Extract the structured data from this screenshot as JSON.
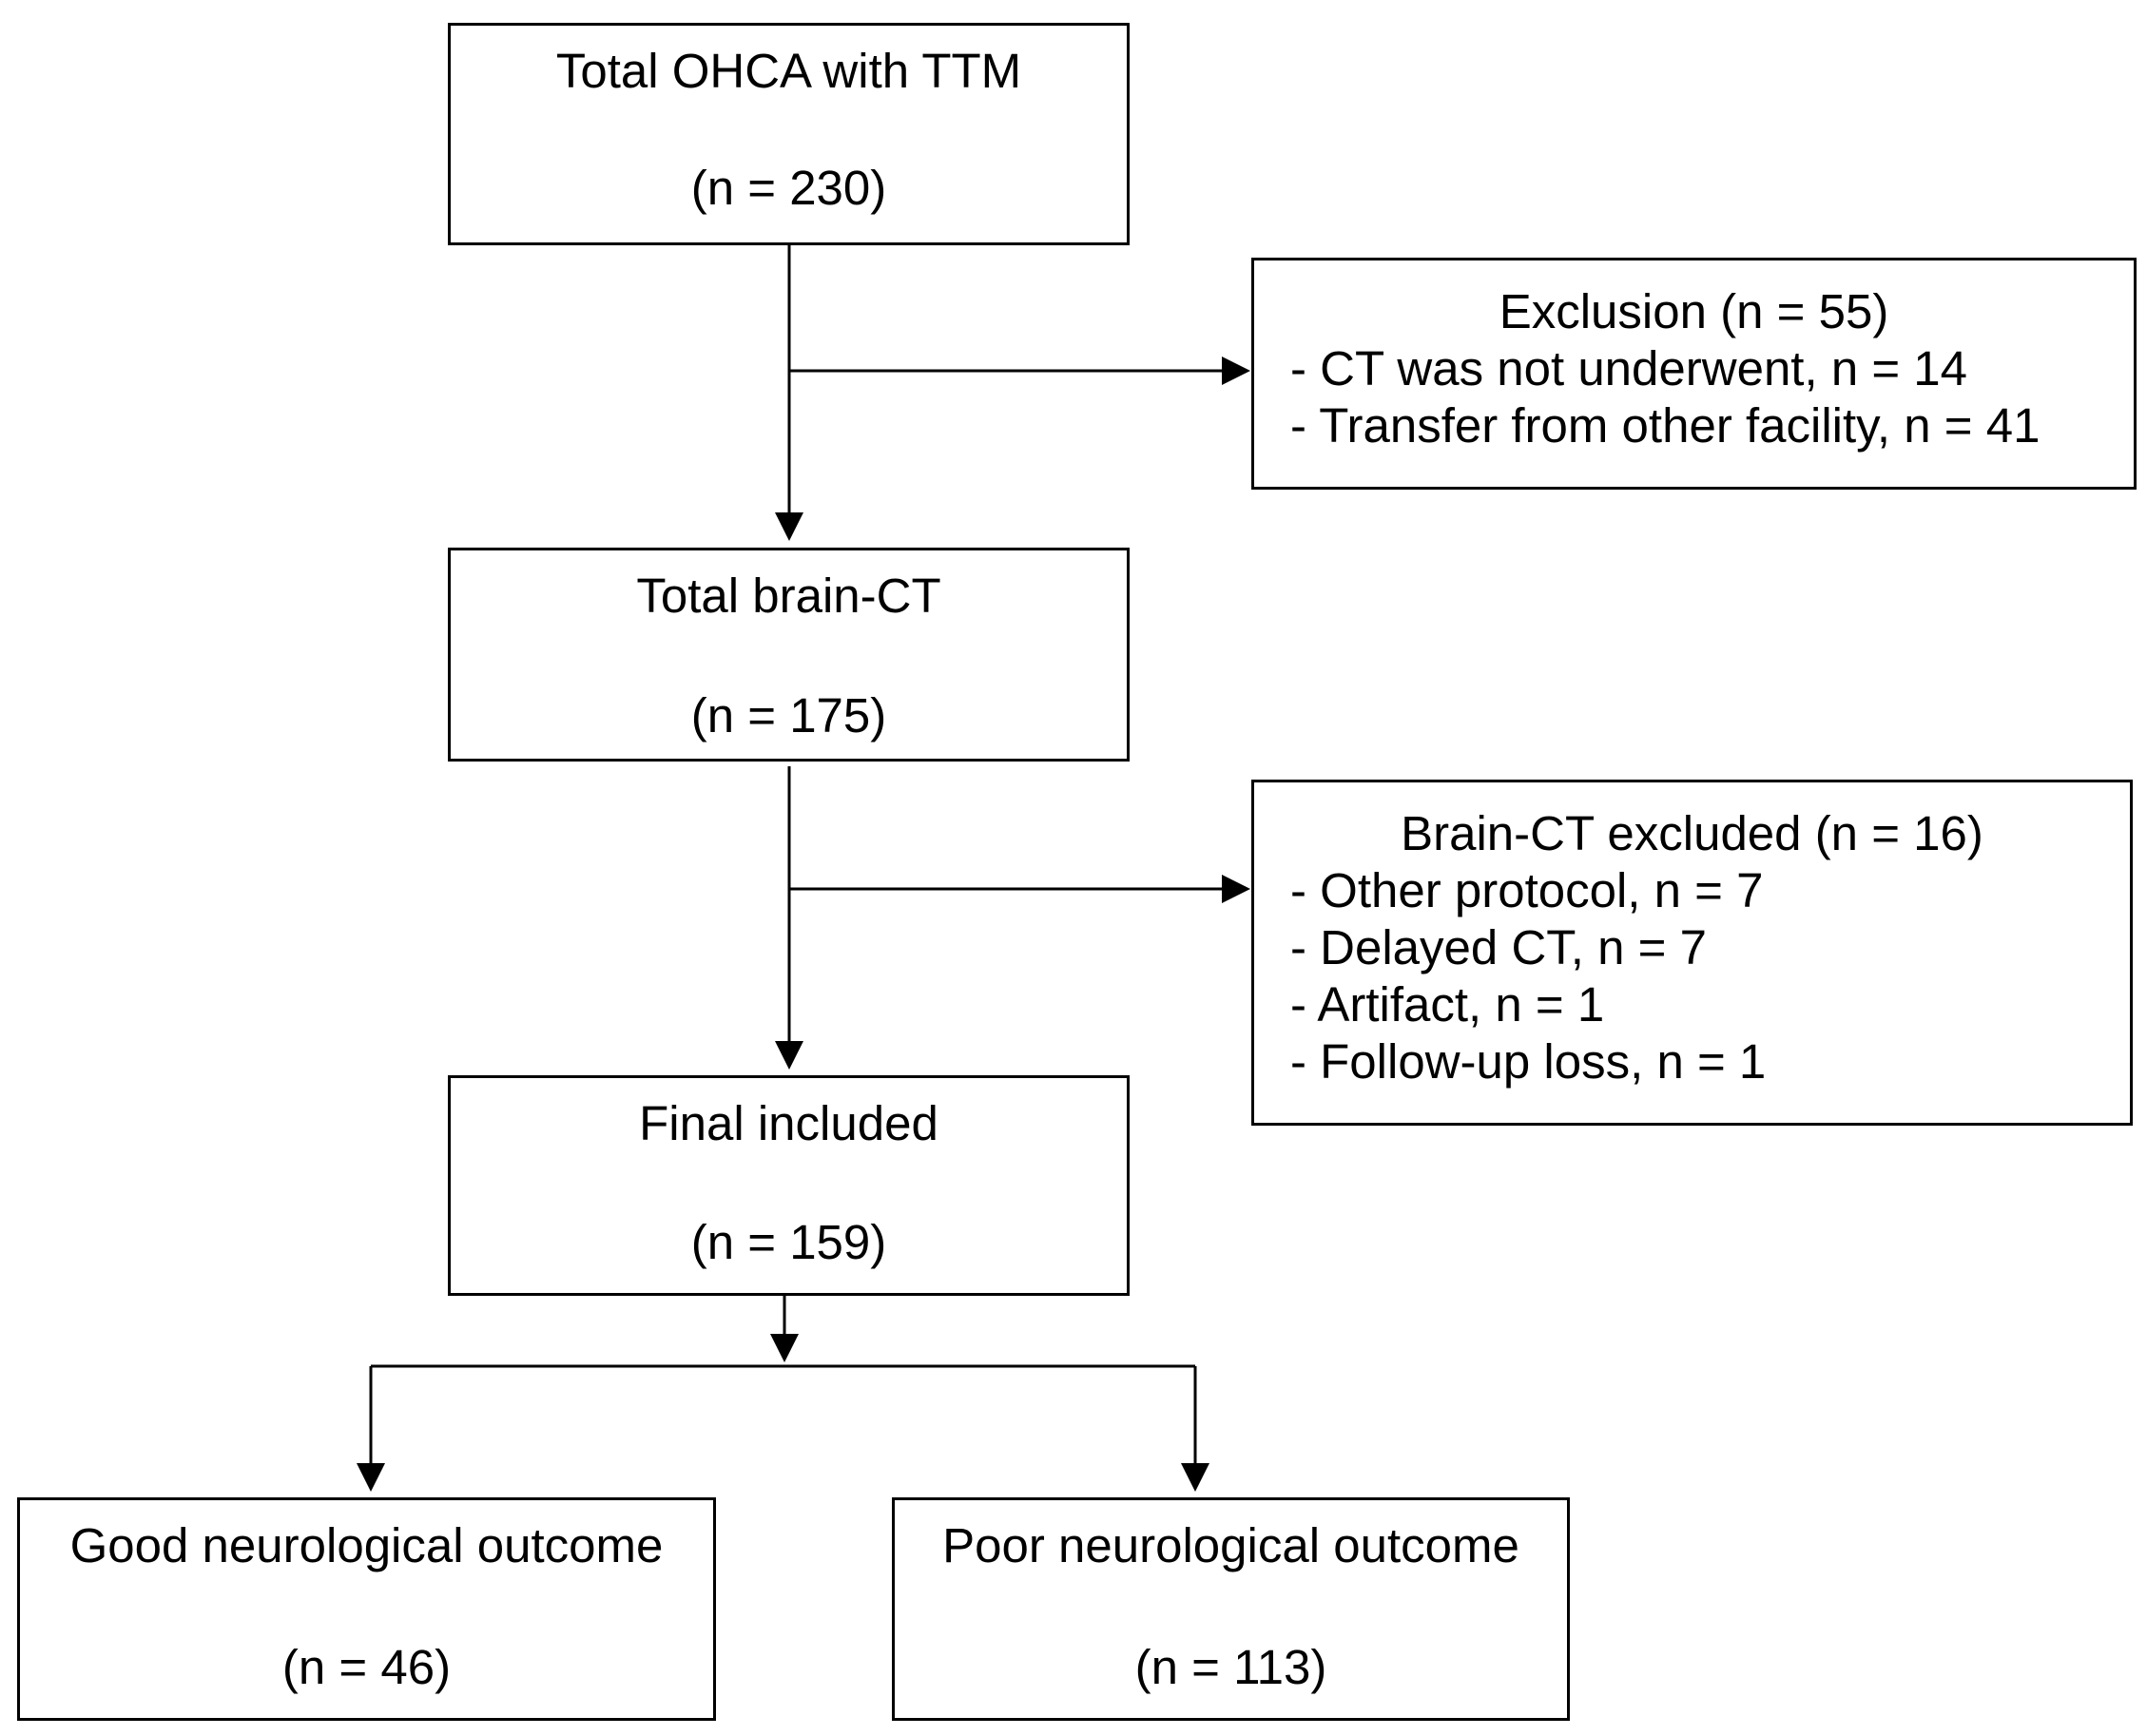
{
  "boxes": {
    "total_ohca": {
      "title": "Total OHCA with TTM",
      "count": "(n = 230)"
    },
    "exclusion": {
      "title": "Exclusion (n = 55)",
      "items": [
        "- CT was not underwent, n = 14",
        "- Transfer from other facility, n = 41"
      ]
    },
    "total_brain_ct": {
      "title": "Total brain-CT",
      "count": "(n = 175)"
    },
    "brain_ct_excluded": {
      "title": "Brain-CT excluded (n = 16)",
      "items": [
        "- Other protocol, n = 7",
        "- Delayed CT, n = 7",
        "- Artifact, n = 1",
        "- Follow-up loss, n = 1"
      ]
    },
    "final_included": {
      "title": "Final included",
      "count": "(n = 159)"
    },
    "good_outcome": {
      "title": "Good neurological outcome",
      "count": "(n = 46)"
    },
    "poor_outcome": {
      "title": "Poor neurological outcome",
      "count": "(n = 113)"
    }
  },
  "colors": {
    "line": "#000000",
    "box_border": "#000000",
    "background": "#ffffff"
  }
}
